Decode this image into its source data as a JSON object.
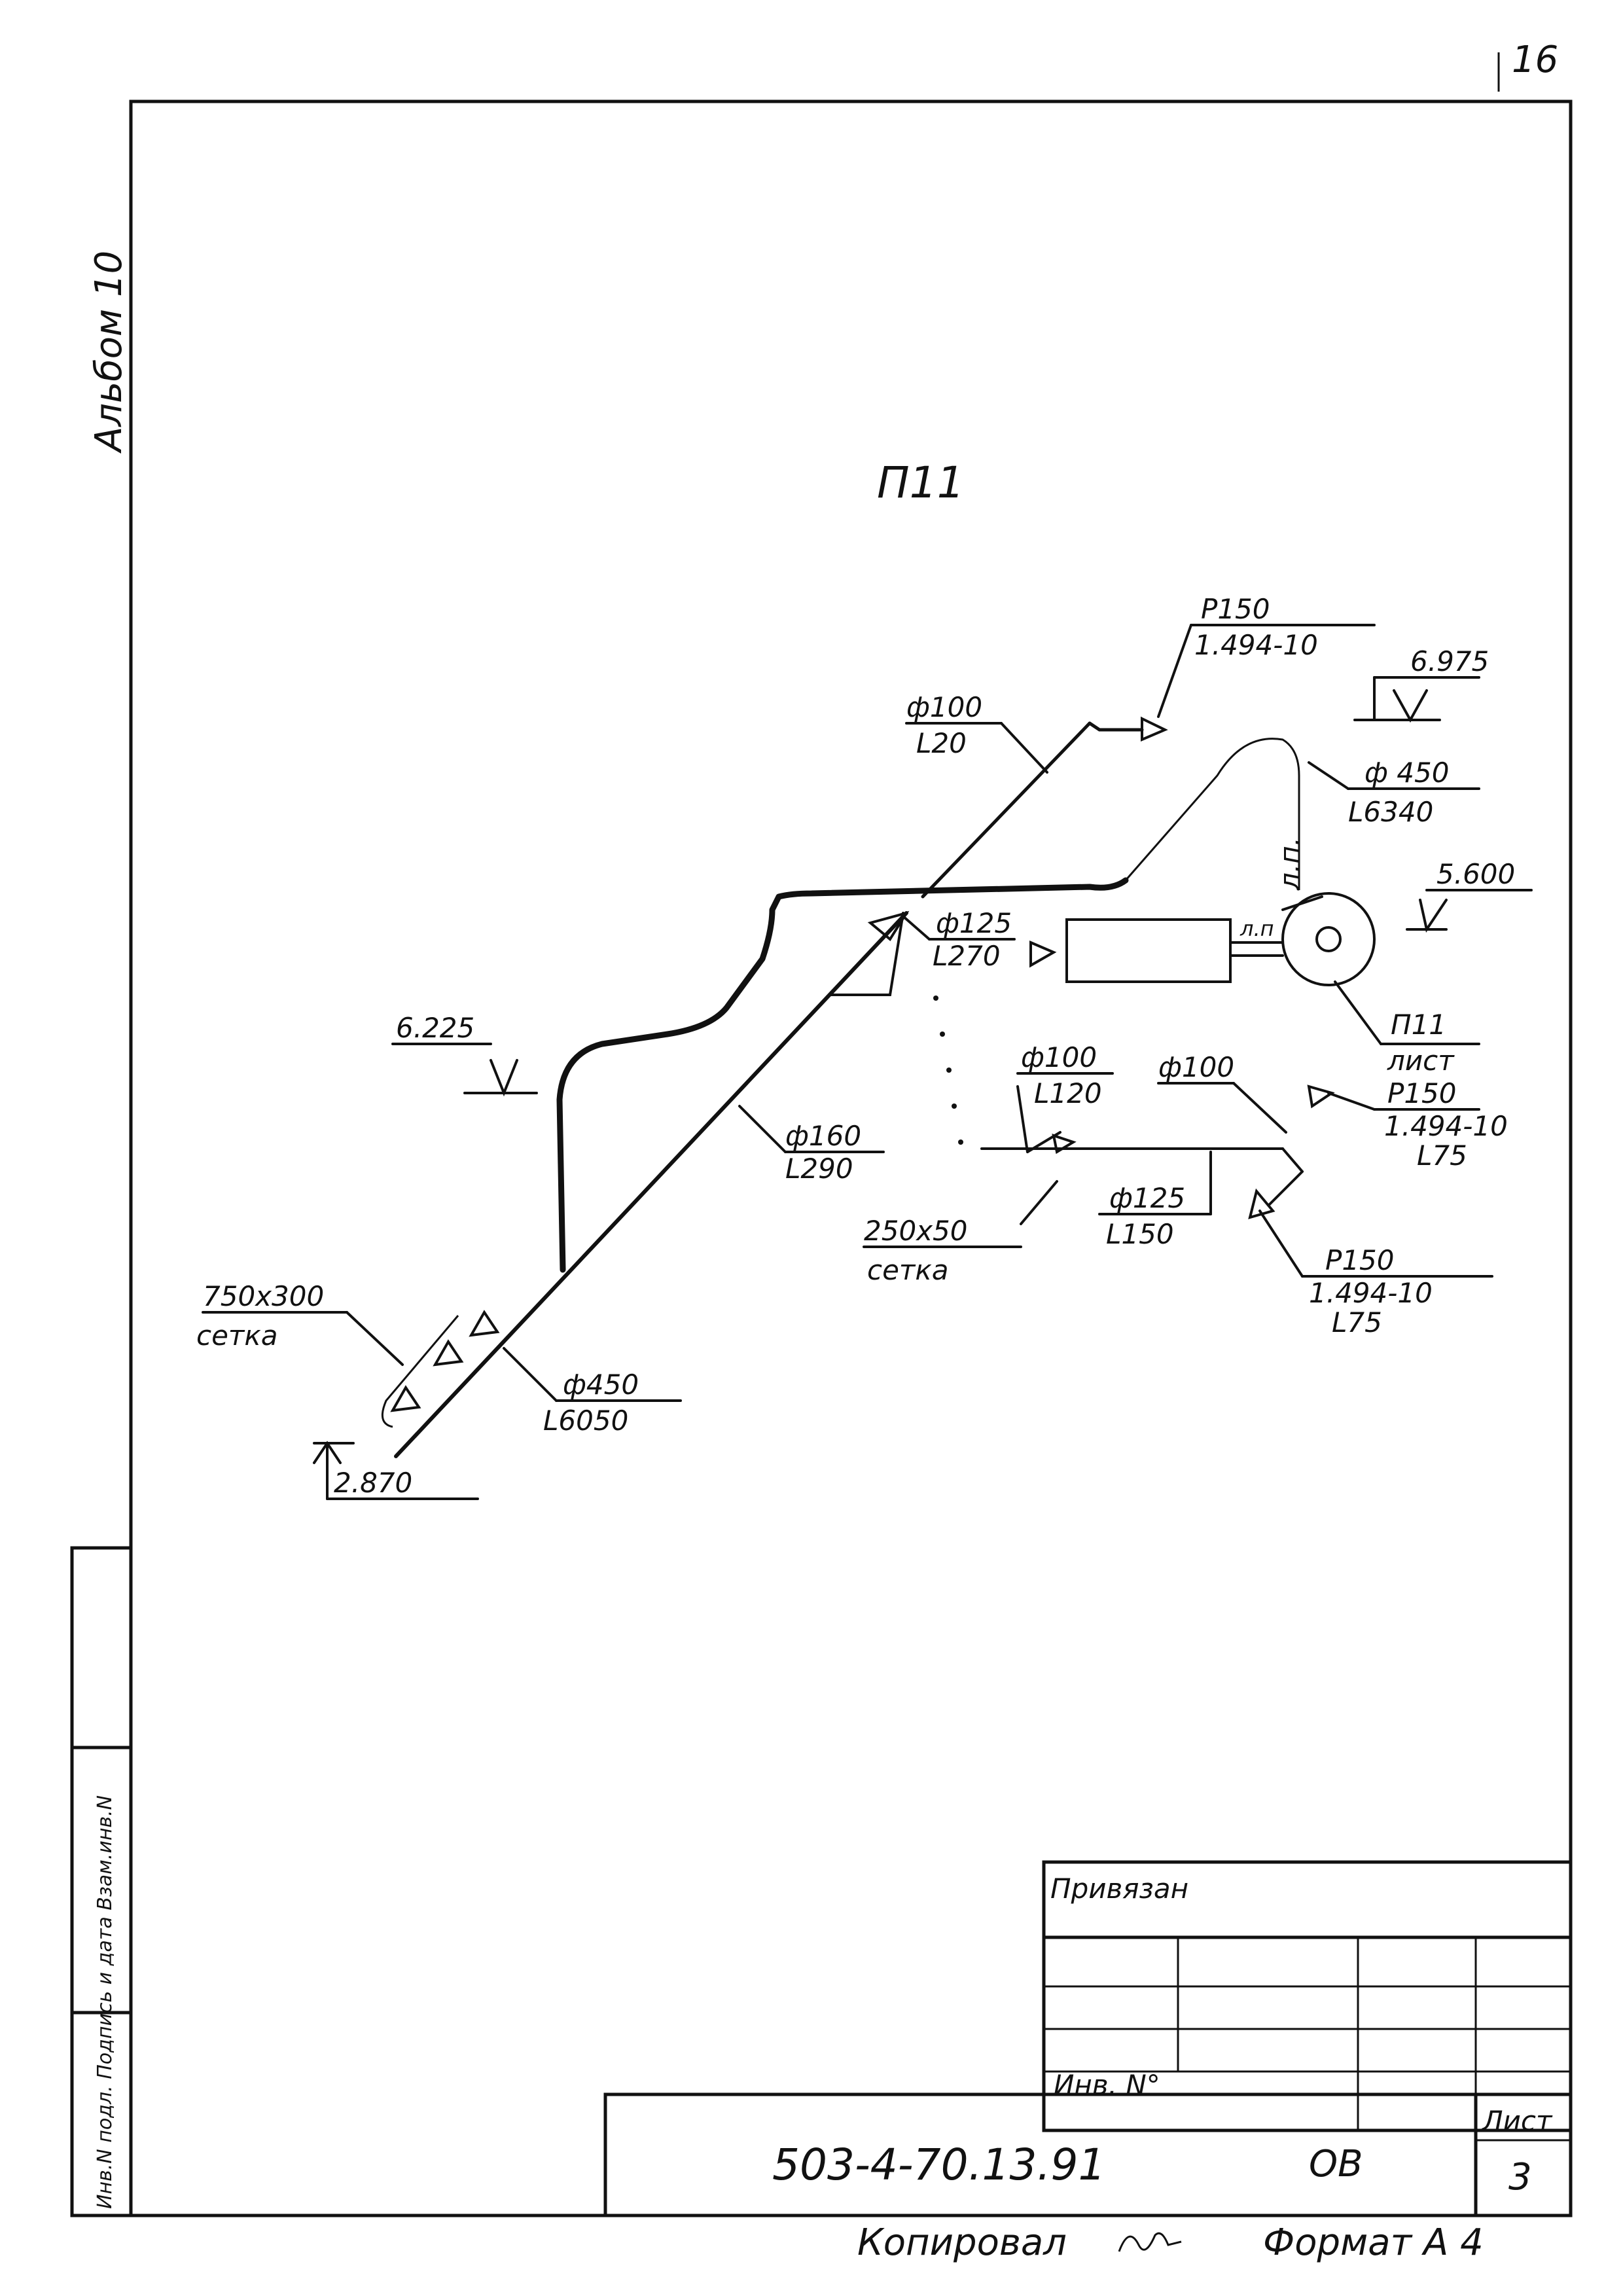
{
  "sheet_corner": "16",
  "album": "Альбом 10",
  "title": "П11",
  "elevations": {
    "e1": "6.975",
    "e2": "5.600",
    "e3": "6.225",
    "e4": "2.870"
  },
  "labels": {
    "p150_top": {
      "a": "Р150",
      "b": "1.494-10"
    },
    "d100_top": {
      "a": "ф100",
      "b": "L20"
    },
    "d450_top": {
      "a": "ф 450",
      "b": "L6340"
    },
    "d125_mid": {
      "a": "ф125",
      "b": "L270"
    },
    "unit": {
      "a": "П11",
      "b": "лист"
    },
    "d100_mid": {
      "a": "ф100",
      "b": "L120"
    },
    "d100_right": "ф100",
    "p150_right": {
      "a": "Р150",
      "b": "1.494-10",
      "c": "L75"
    },
    "d160": {
      "a": "ф160",
      "b": "L290"
    },
    "d125_low": {
      "a": "ф125",
      "b": "L150"
    },
    "grille_small": {
      "a": "250x50",
      "b": "сетка"
    },
    "p150_low": {
      "a": "Р150",
      "b": "1.494-10",
      "c": "L75"
    },
    "grille_big": {
      "a": "750x300",
      "b": "сетка"
    },
    "d450_low": {
      "a": "ф450",
      "b": "L6050"
    },
    "fan_tag_a": "л.п.",
    "fan_tag_b": "л.п"
  },
  "side_stamp": "Инв.N подл. Подпись и дата Взам.инв.N",
  "title_block": {
    "linked": "Привязан",
    "inv_no": "Инв. N°",
    "doc_code": "503-4-70.13.91",
    "doc_mark": "ОВ",
    "sheet_label": "Лист",
    "sheet_no": "3"
  },
  "footer": {
    "copied": "Копировал",
    "format": "Формат А 4"
  }
}
